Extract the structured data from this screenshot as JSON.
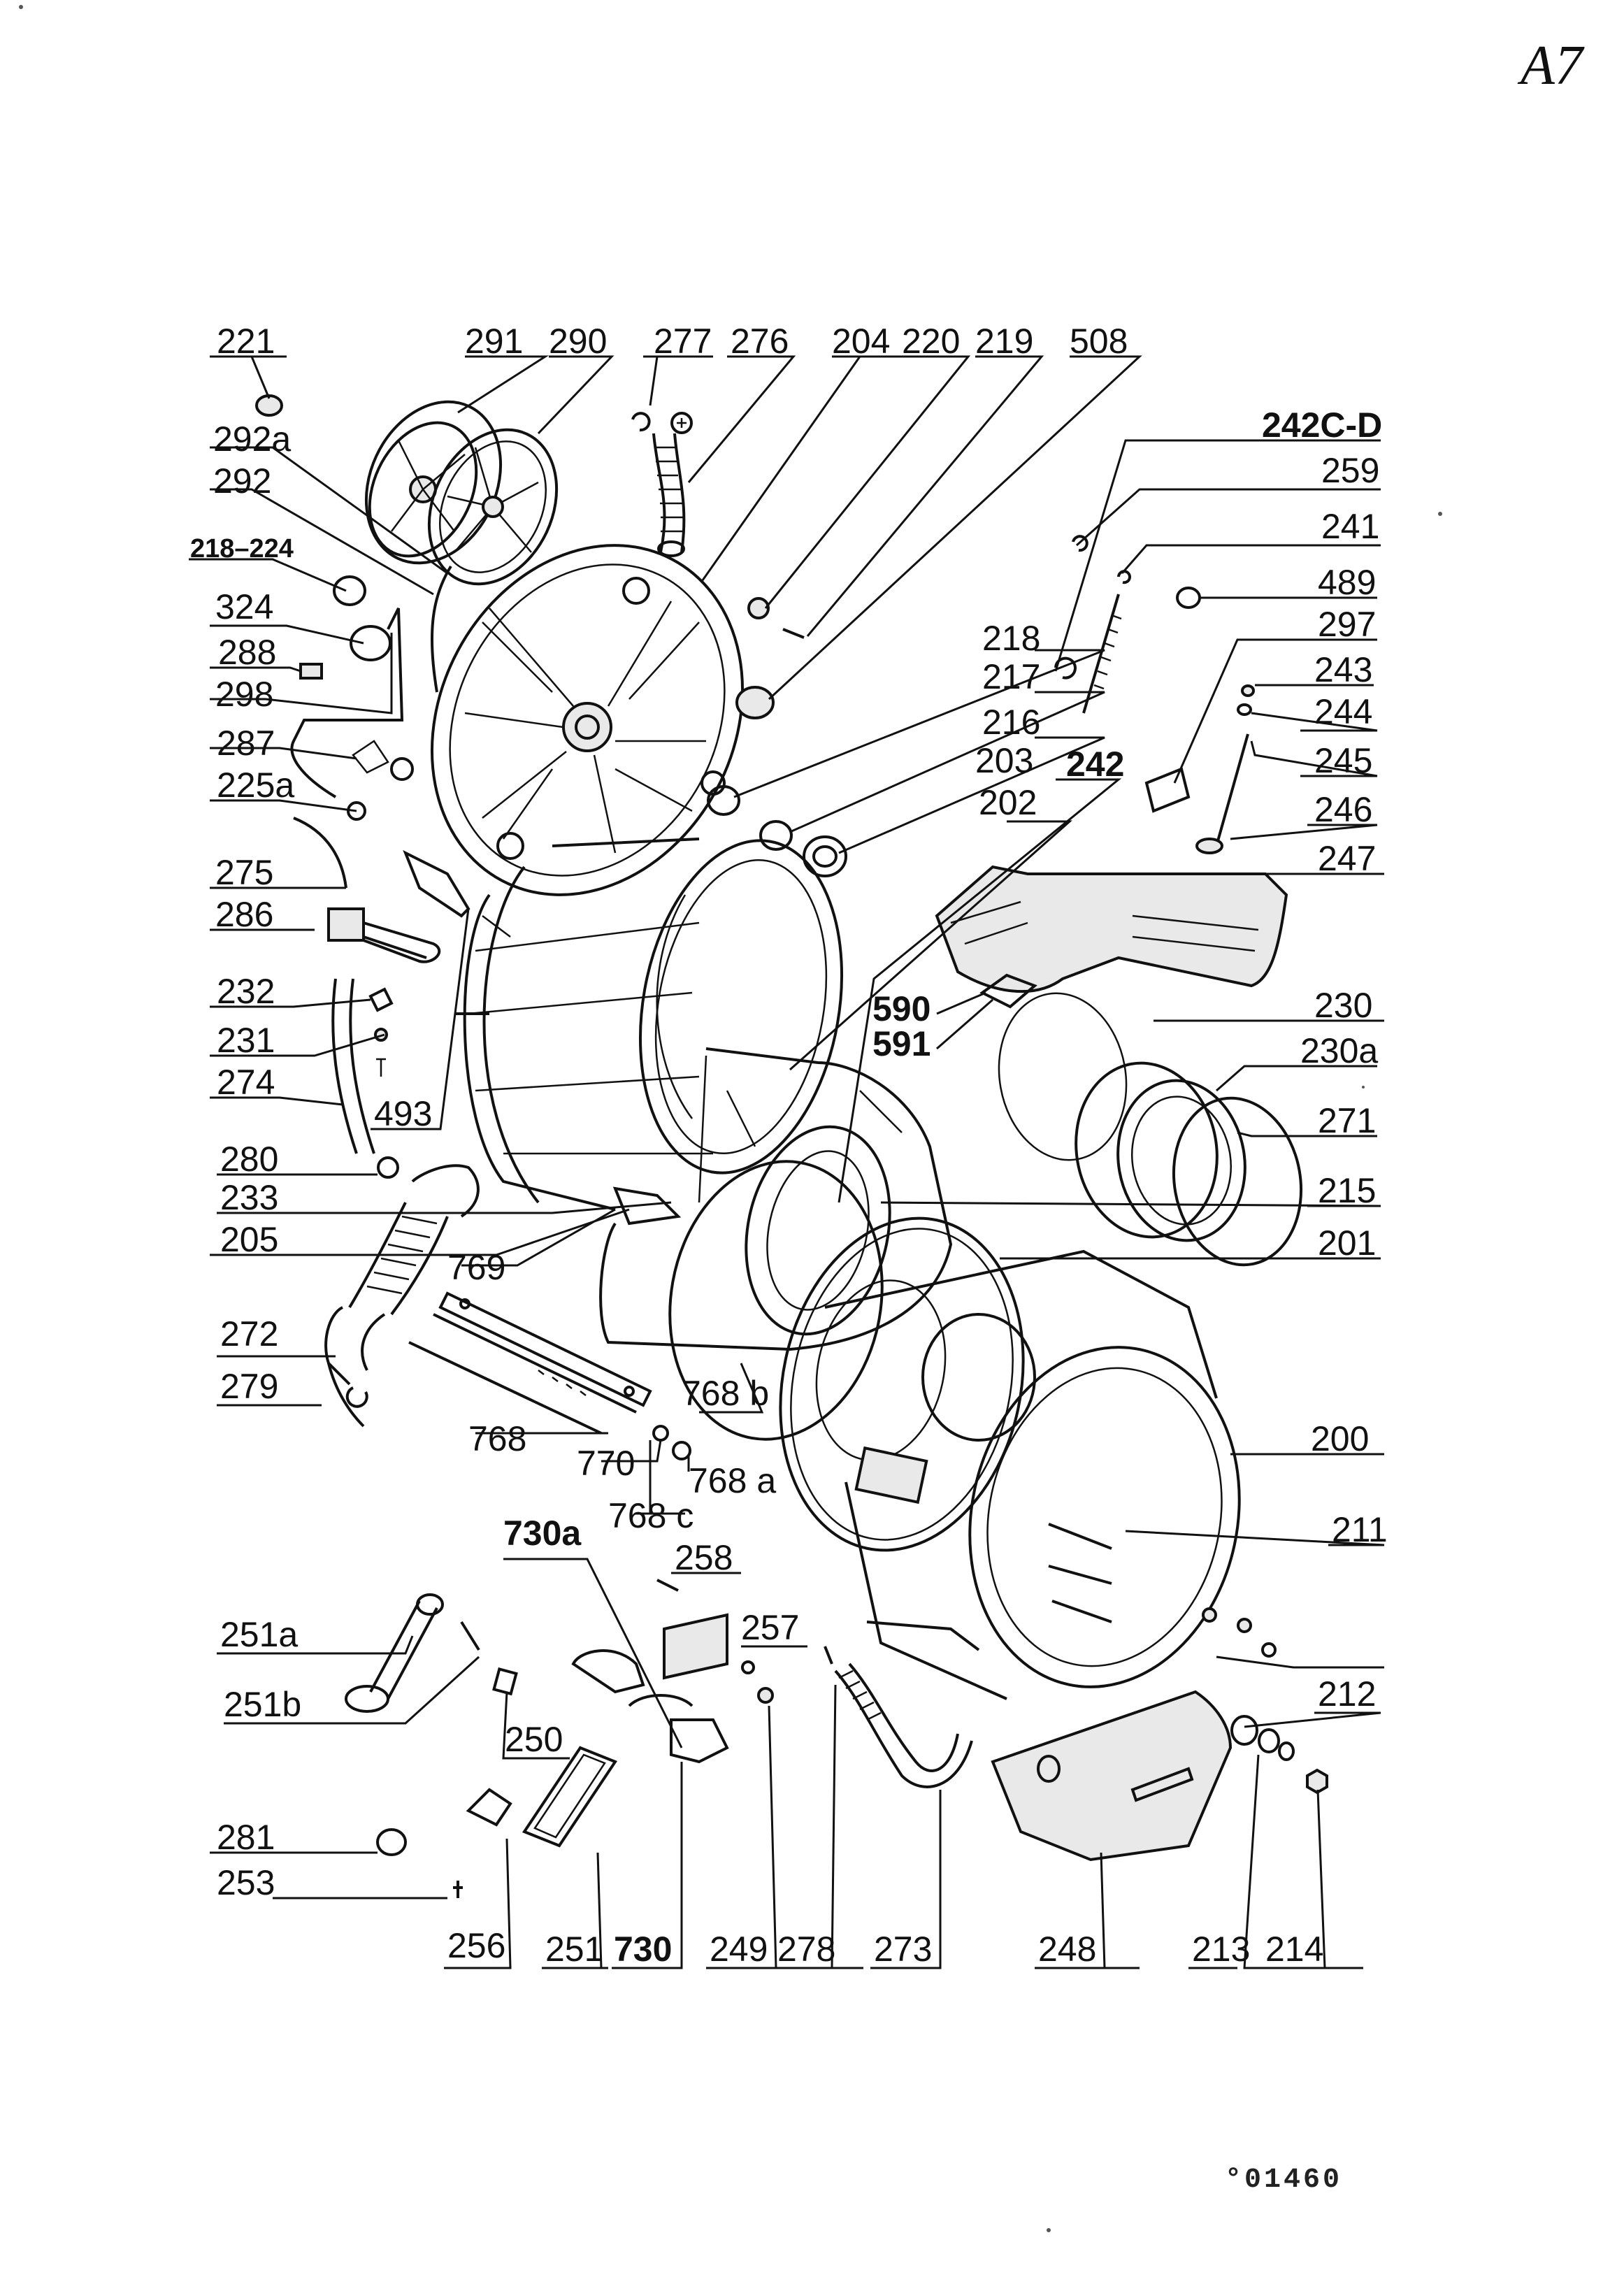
{
  "sheet_id": "A7",
  "reference_number": "°01460",
  "callouts": [
    {
      "id": "c221",
      "label": "221"
    },
    {
      "id": "c291",
      "label": "291"
    },
    {
      "id": "c290",
      "label": "290"
    },
    {
      "id": "c277",
      "label": "277"
    },
    {
      "id": "c276",
      "label": "276"
    },
    {
      "id": "c204",
      "label": "204"
    },
    {
      "id": "c220",
      "label": "220"
    },
    {
      "id": "c219",
      "label": "219"
    },
    {
      "id": "c508",
      "label": "508"
    },
    {
      "id": "c242cd",
      "label": "242C-D"
    },
    {
      "id": "c292a",
      "label": "292a"
    },
    {
      "id": "c292",
      "label": "292"
    },
    {
      "id": "c259",
      "label": "259"
    },
    {
      "id": "c241",
      "label": "241"
    },
    {
      "id": "c218_224",
      "label": "218–224"
    },
    {
      "id": "c489",
      "label": "489"
    },
    {
      "id": "c324",
      "label": "324"
    },
    {
      "id": "c297",
      "label": "297"
    },
    {
      "id": "c218",
      "label": "218"
    },
    {
      "id": "c288",
      "label": "288"
    },
    {
      "id": "c243",
      "label": "243"
    },
    {
      "id": "c217",
      "label": "217"
    },
    {
      "id": "c298",
      "label": "298"
    },
    {
      "id": "c244",
      "label": "244"
    },
    {
      "id": "c216",
      "label": "216"
    },
    {
      "id": "c287",
      "label": "287"
    },
    {
      "id": "c203",
      "label": "203"
    },
    {
      "id": "c242",
      "label": "242"
    },
    {
      "id": "c245",
      "label": "245"
    },
    {
      "id": "c225a",
      "label": "225a"
    },
    {
      "id": "c202",
      "label": "202"
    },
    {
      "id": "c246",
      "label": "246"
    },
    {
      "id": "c275",
      "label": "275"
    },
    {
      "id": "c247",
      "label": "247"
    },
    {
      "id": "c286",
      "label": "286"
    },
    {
      "id": "c590",
      "label": "590"
    },
    {
      "id": "c591",
      "label": "591"
    },
    {
      "id": "c230",
      "label": "230"
    },
    {
      "id": "c232",
      "label": "232"
    },
    {
      "id": "c230a",
      "label": "230a"
    },
    {
      "id": "c231",
      "label": "231"
    },
    {
      "id": "c274",
      "label": "274"
    },
    {
      "id": "c493",
      "label": "493"
    },
    {
      "id": "c271",
      "label": "271"
    },
    {
      "id": "c280",
      "label": "280"
    },
    {
      "id": "c215",
      "label": "215"
    },
    {
      "id": "c233",
      "label": "233"
    },
    {
      "id": "c205",
      "label": "205"
    },
    {
      "id": "c201",
      "label": "201"
    },
    {
      "id": "c769",
      "label": "769"
    },
    {
      "id": "c272",
      "label": "272"
    },
    {
      "id": "c279",
      "label": "279"
    },
    {
      "id": "c768b",
      "label": "768 b"
    },
    {
      "id": "c200",
      "label": "200"
    },
    {
      "id": "c768",
      "label": "768"
    },
    {
      "id": "c770",
      "label": "770"
    },
    {
      "id": "c768a",
      "label": "768 a"
    },
    {
      "id": "c768c",
      "label": "768 c"
    },
    {
      "id": "c730a",
      "label": "730a"
    },
    {
      "id": "c211",
      "label": "211"
    },
    {
      "id": "c258",
      "label": "258"
    },
    {
      "id": "c251a",
      "label": "251a"
    },
    {
      "id": "c257",
      "label": "257"
    },
    {
      "id": "c251b",
      "label": "251b"
    },
    {
      "id": "c212",
      "label": "212"
    },
    {
      "id": "c250",
      "label": "250"
    },
    {
      "id": "c281",
      "label": "281"
    },
    {
      "id": "c253",
      "label": "253"
    },
    {
      "id": "c256",
      "label": "256"
    },
    {
      "id": "c251",
      "label": "251"
    },
    {
      "id": "c730",
      "label": "730"
    },
    {
      "id": "c249",
      "label": "249"
    },
    {
      "id": "c278",
      "label": "278"
    },
    {
      "id": "c273",
      "label": "273"
    },
    {
      "id": "c248",
      "label": "248"
    },
    {
      "id": "c213",
      "label": "213"
    },
    {
      "id": "c214",
      "label": "214"
    }
  ]
}
